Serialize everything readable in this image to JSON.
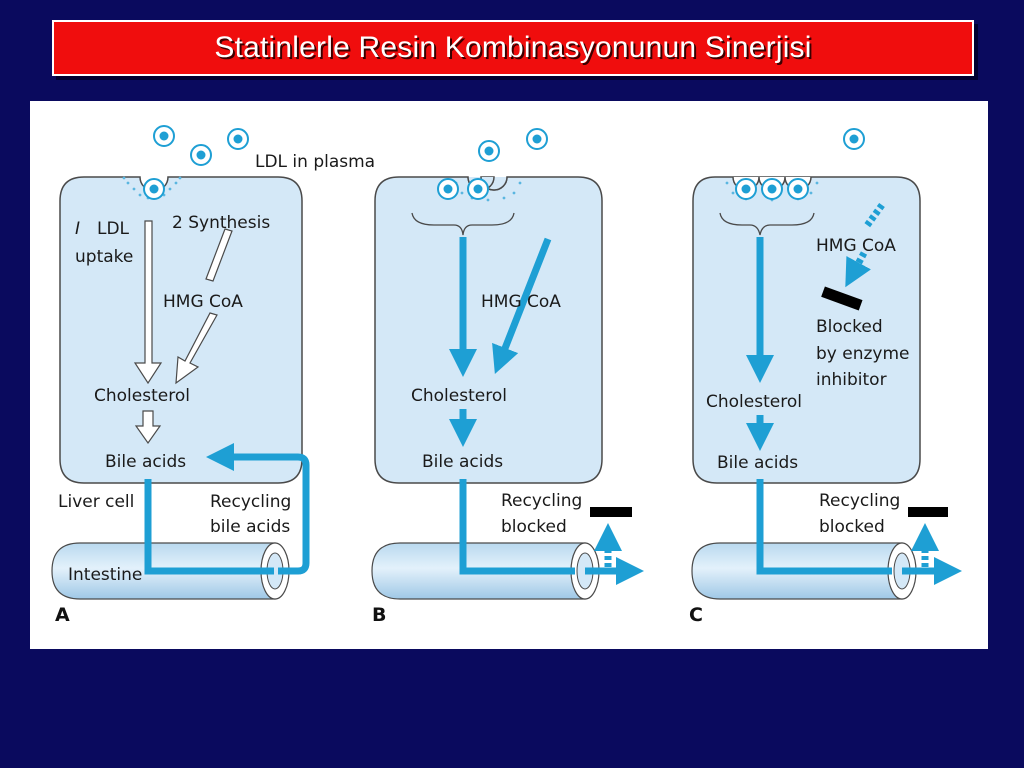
{
  "slide": {
    "title": "Statinlerle Resin Kombinasyonunun Sinerjisi"
  },
  "colors": {
    "background": "#0a0a5e",
    "title_bar": "#f00d0d",
    "title_text": "#ffffff",
    "cell_fill": "#d4e8f7",
    "cell_stroke": "#4a4a4a",
    "pathway": "#1e9fd4",
    "block": "#000000"
  },
  "figure": {
    "panel_a": {
      "letter": "A",
      "ldl_in_plasma": "LDL in plasma",
      "step1_num": "I",
      "step1_text": "LDL",
      "step1_text2": "uptake",
      "step2_text": "2  Synthesis",
      "hmg_coa": "HMG CoA",
      "cholesterol": "Cholesterol",
      "bile_acids": "Bile acids",
      "liver_cell": "Liver cell",
      "recycling": "Recycling",
      "recycling2": "bile acids",
      "intestine": "Intestine"
    },
    "panel_b": {
      "letter": "B",
      "hmg_coa": "HMG CoA",
      "cholesterol": "Cholesterol",
      "bile_acids": "Bile acids",
      "recycling": "Recycling",
      "recycling2": "blocked"
    },
    "panel_c": {
      "letter": "C",
      "hmg_coa": "HMG CoA",
      "blocked1": "Blocked",
      "blocked2": "by enzyme",
      "blocked3": "inhibitor",
      "cholesterol": "Cholesterol",
      "bile_acids": "Bile acids",
      "recycling": "Recycling",
      "recycling2": "blocked"
    }
  }
}
